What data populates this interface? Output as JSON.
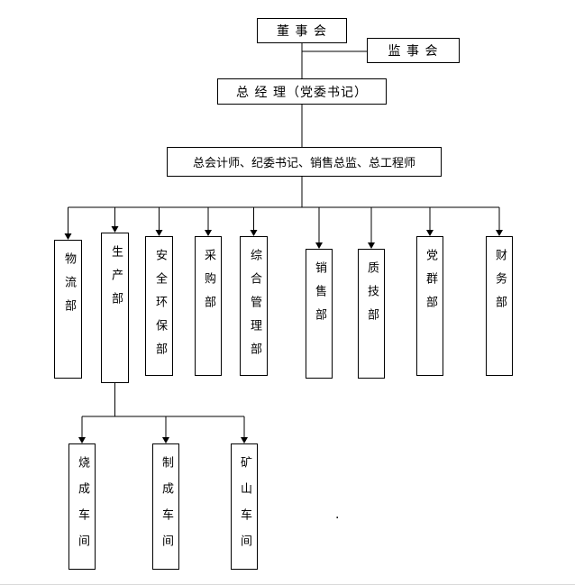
{
  "org_chart": {
    "board": {
      "label": "董 事 会"
    },
    "supervisory": {
      "label": "监 事 会"
    },
    "general_manager": {
      "label": "总 经 理（党委书记）"
    },
    "senior_staff": {
      "label": "总会计师、纪委书记、销售总监、总工程师"
    },
    "departments": [
      {
        "label": "物流部"
      },
      {
        "label": "生产部"
      },
      {
        "label": "安全环保部"
      },
      {
        "label": "采购部"
      },
      {
        "label": "综合管理部"
      },
      {
        "label": "销售部"
      },
      {
        "label": "质技部"
      },
      {
        "label": "党群部"
      },
      {
        "label": "财务部"
      }
    ],
    "production_workshops": [
      {
        "label": "烧成车间"
      },
      {
        "label": "制成车间"
      },
      {
        "label": "矿山车间"
      }
    ],
    "stray_mark": "·"
  }
}
